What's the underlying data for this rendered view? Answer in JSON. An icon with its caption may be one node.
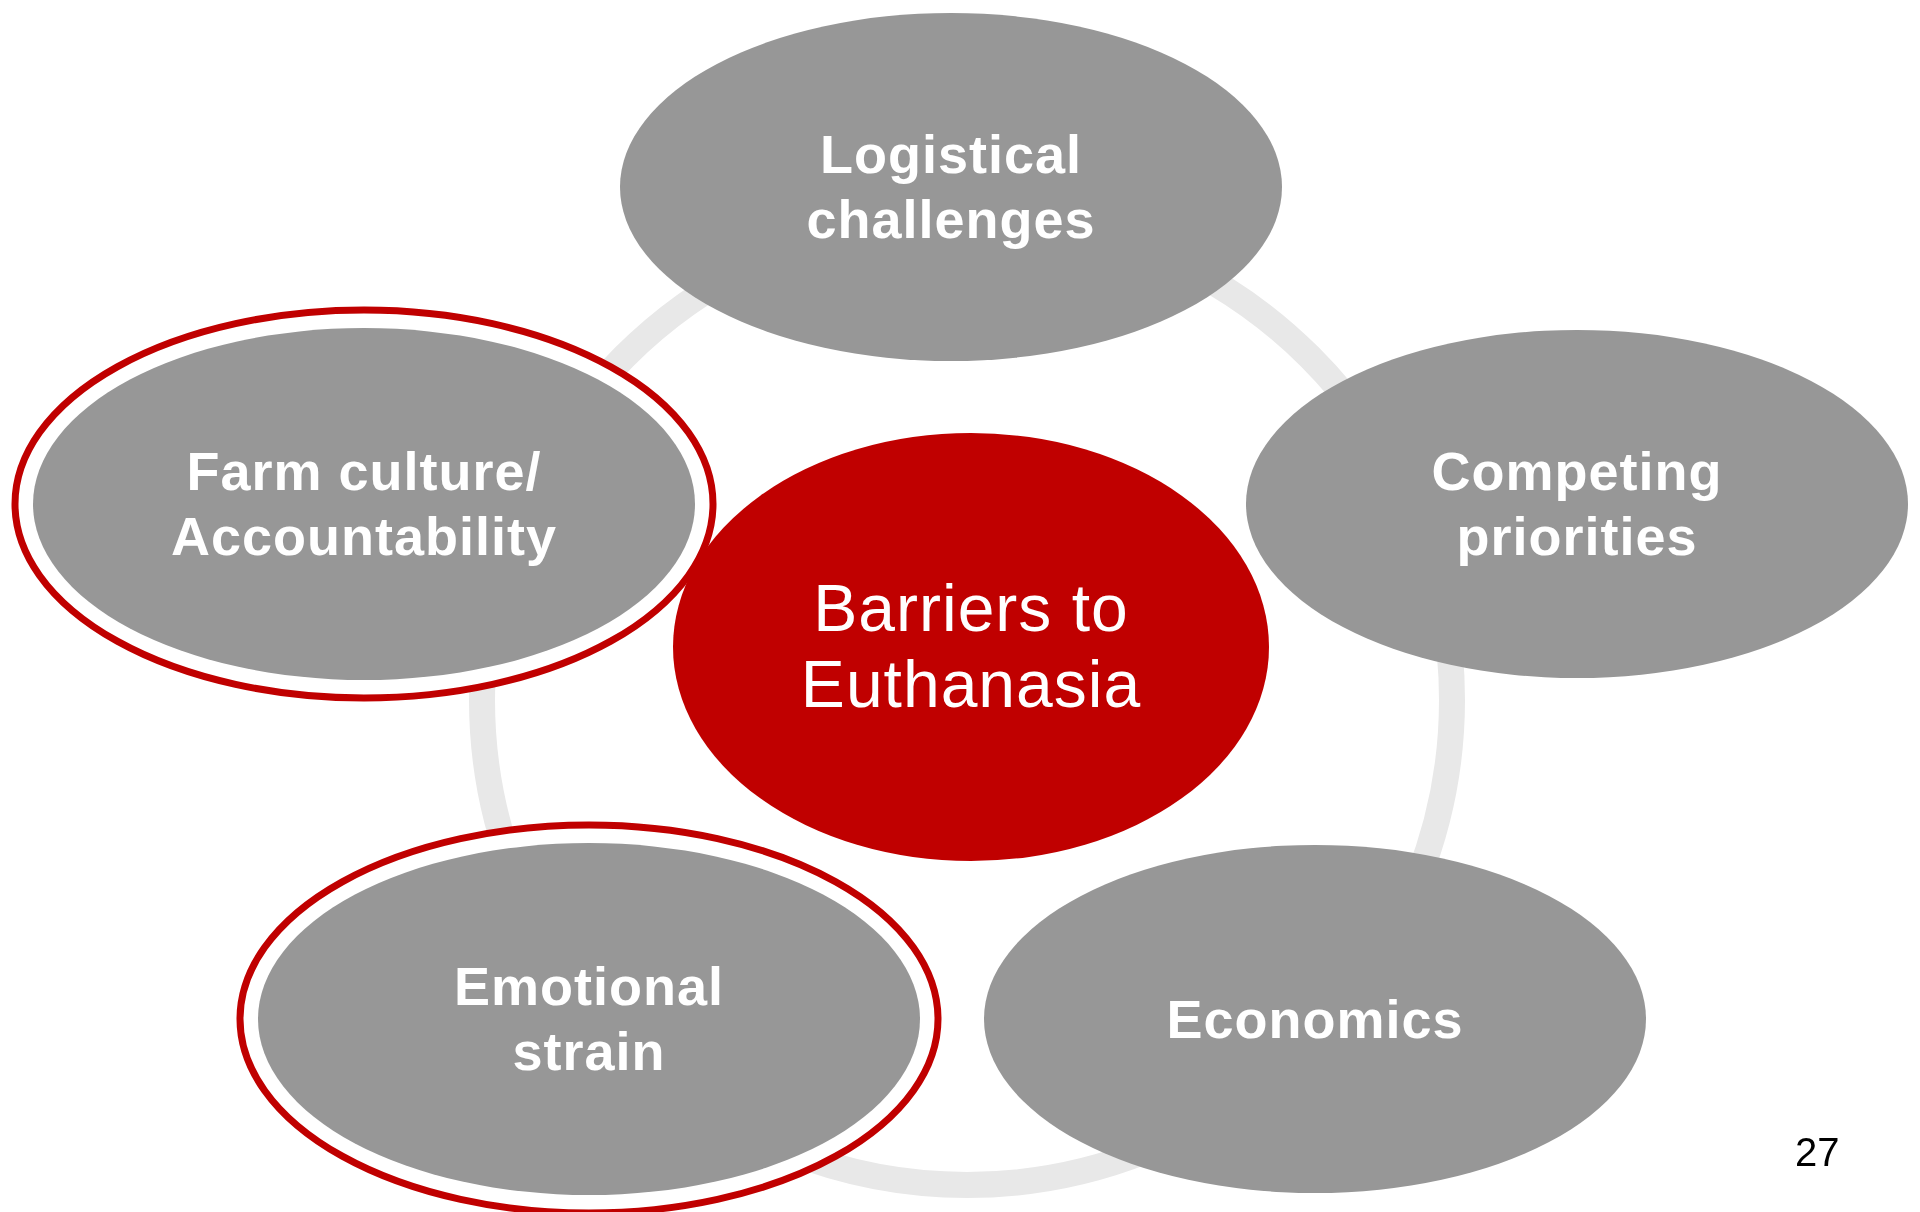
{
  "diagram": {
    "nodes": [
      {
        "text": [
          "Logistical challenges"
        ]
      },
      {
        "text": [
          "Farm culture/ Accountability"
        ]
      },
      {
        "text": [
          "Competing priorities"
        ]
      },
      {
        "text": [
          "Barriers to Euthanasia"
        ]
      },
      {
        "text": [
          "Emotional strain"
        ]
      },
      {
        "text": [
          "Economics"
        ]
      }
    ],
    "labels": [
      "27"
    ]
  }
}
